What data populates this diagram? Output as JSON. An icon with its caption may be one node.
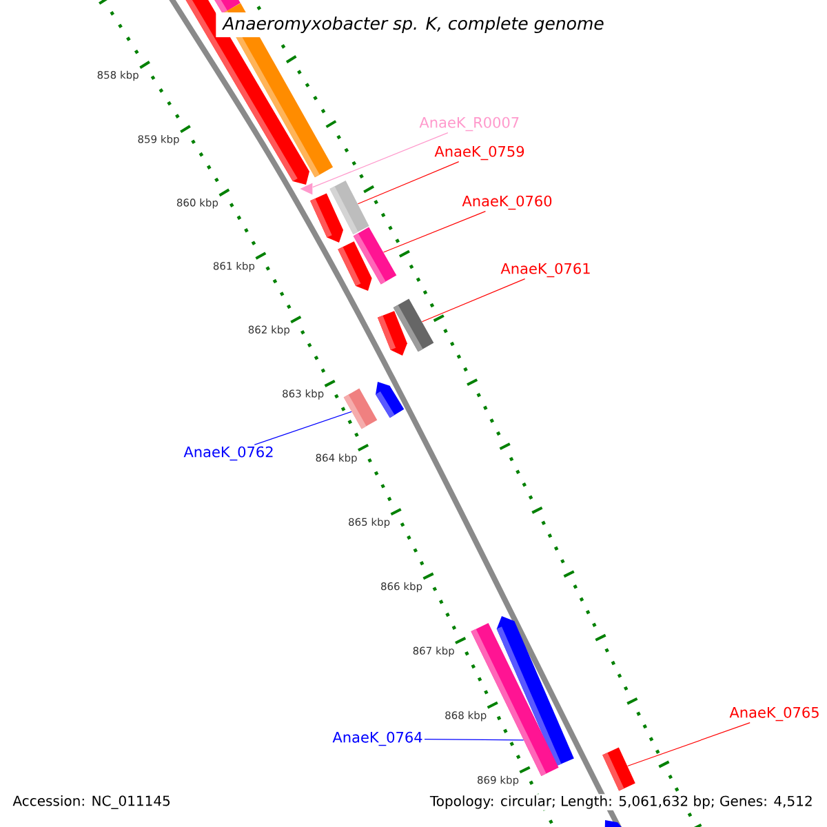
{
  "diagram": {
    "title": "Anaeromyxobacter sp. K, complete genome",
    "nodes": [
      {
        "text": [
          "AnaeK_R0007"
        ]
      },
      {
        "text": [
          "AnaeK_0759"
        ]
      },
      {
        "text": [
          "AnaeK_0760"
        ]
      },
      {
        "text": [
          "AnaeK_0761"
        ]
      },
      {
        "text": [
          "AnaeK_0762"
        ]
      },
      {
        "text": [
          "AnaeK_0764"
        ]
      },
      {
        "text": [
          "AnaeK_0765"
        ]
      },
      {
        "text": [],
        "shape": "triangle"
      },
      {
        "text": [],
        "shape": "bar"
      },
      {
        "text": [],
        "shape": "bar"
      },
      {
        "text": [],
        "shape": "bar"
      },
      {
        "text": [],
        "shape": "bar"
      },
      {
        "text": [],
        "shape": "bar"
      },
      {
        "text": [],
        "shape": "bar"
      }
    ],
    "edges": [
      {
        "from": 0,
        "to": 7,
        "arrow": "none",
        "color": "#ff99cc"
      },
      {
        "from": 1,
        "to": 8,
        "arrow": "none"
      },
      {
        "from": 2,
        "to": 9,
        "arrow": "none"
      },
      {
        "from": 3,
        "to": 10,
        "arrow": "none"
      },
      {
        "from": 4,
        "to": 11,
        "arrow": "none",
        "color": "#0000ff"
      },
      {
        "from": 5,
        "to": 12,
        "arrow": "none",
        "color": "#0000ff"
      },
      {
        "from": 6,
        "to": 13,
        "arrow": "none"
      }
    ],
    "labels": [
      "858 kbp",
      "859 kbp",
      "860 kbp",
      "861 kbp",
      "862 kbp",
      "863 kbp",
      "864 kbp",
      "865 kbp",
      "866 kbp",
      "867 kbp",
      "868 kbp",
      "869 kbp",
      "Accession: NC_011145",
      "Topology: circular; Length: 5,061,632 bp; Genes: 4,512"
    ]
  }
}
